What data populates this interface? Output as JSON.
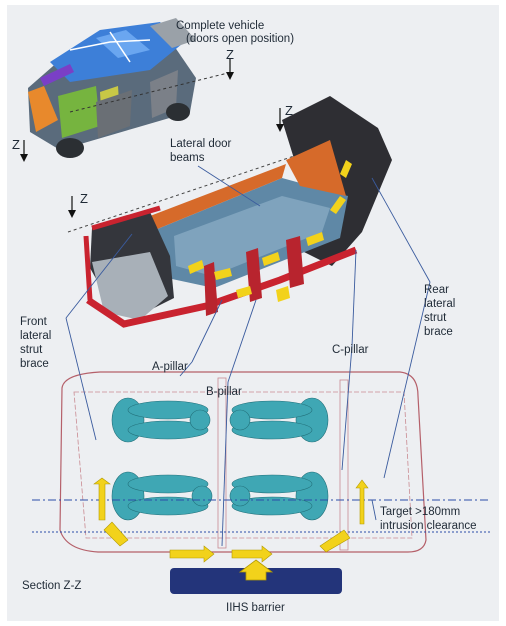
{
  "labels": {
    "complete_vehicle": "Complete vehicle",
    "doors_open": "(doors open position)",
    "z": "Z",
    "lateral_door_beams_1": "Lateral door",
    "lateral_door_beams_2": "beams",
    "front_strut_1": "Front",
    "front_strut_2": "lateral",
    "front_strut_3": "strut",
    "front_strut_4": "brace",
    "a_pillar": "A-pillar",
    "b_pillar": "B-pillar",
    "c_pillar": "C-pillar",
    "rear_strut_1": "Rear",
    "rear_strut_2": "lateral",
    "rear_strut_3": "strut",
    "rear_strut_4": "brace",
    "target_1": "Target >180mm",
    "target_2": "intrusion clearance",
    "section_zz": "Section Z-Z",
    "iihs_barrier": "IIHS barrier"
  },
  "colors": {
    "panel_background": "#edeff2",
    "load_path_arrows": "#f2d21b",
    "barrier": "#23347a",
    "occupant_dummies": "#3fa7b4",
    "reference_lines": "#2b4ea8",
    "body_frame_red": "#c9232f"
  }
}
